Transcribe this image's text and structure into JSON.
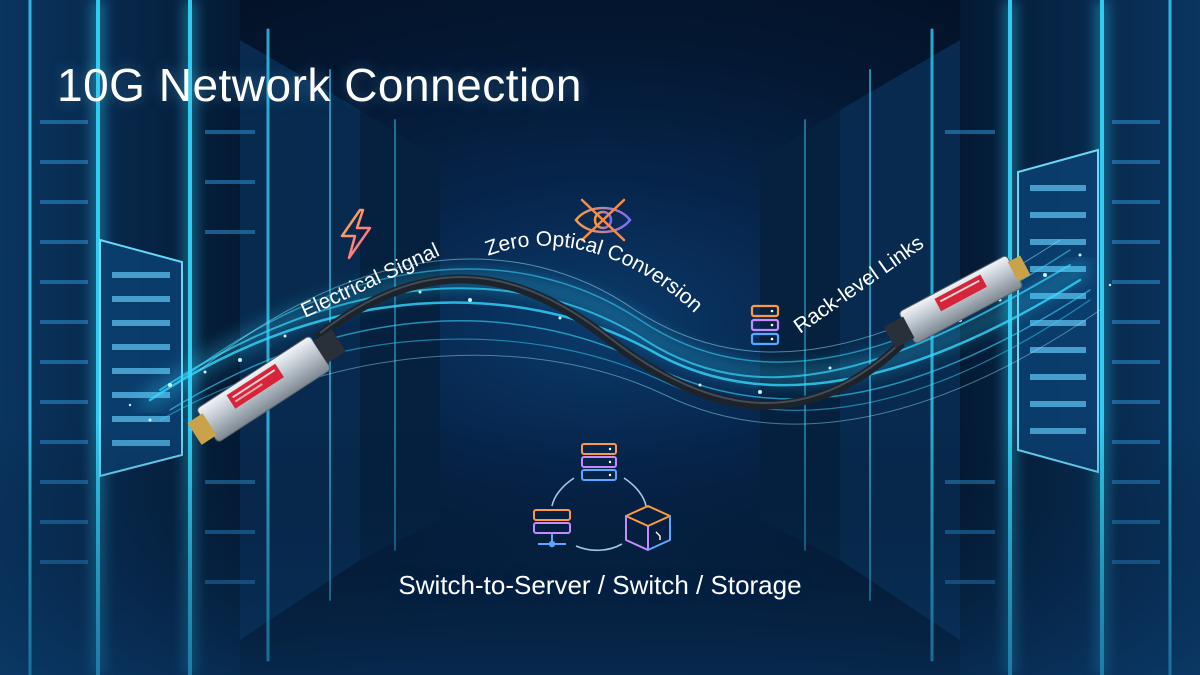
{
  "title": "10G Network Connection",
  "labels": {
    "electrical_signal": "Electrical Signal",
    "zero_optical": "Zero Optical Conversion",
    "rack_links": "Rack-level Links"
  },
  "caption": "Switch-to-Server / Switch / Storage",
  "icons": {
    "electrical": "lightning-bolt-icon",
    "optical": "crossed-eye-icon",
    "rack": "server-rack-icon",
    "cycle_top": "server-stack-icon",
    "cycle_left": "server-workstation-icon",
    "cycle_right": "storage-box-icon"
  },
  "colors": {
    "glow_cyan": "#35d8ff",
    "icon_orange": "#ff9a3c",
    "icon_blue": "#5aa8ff",
    "icon_purple": "#a06bff",
    "background": "#041833"
  }
}
